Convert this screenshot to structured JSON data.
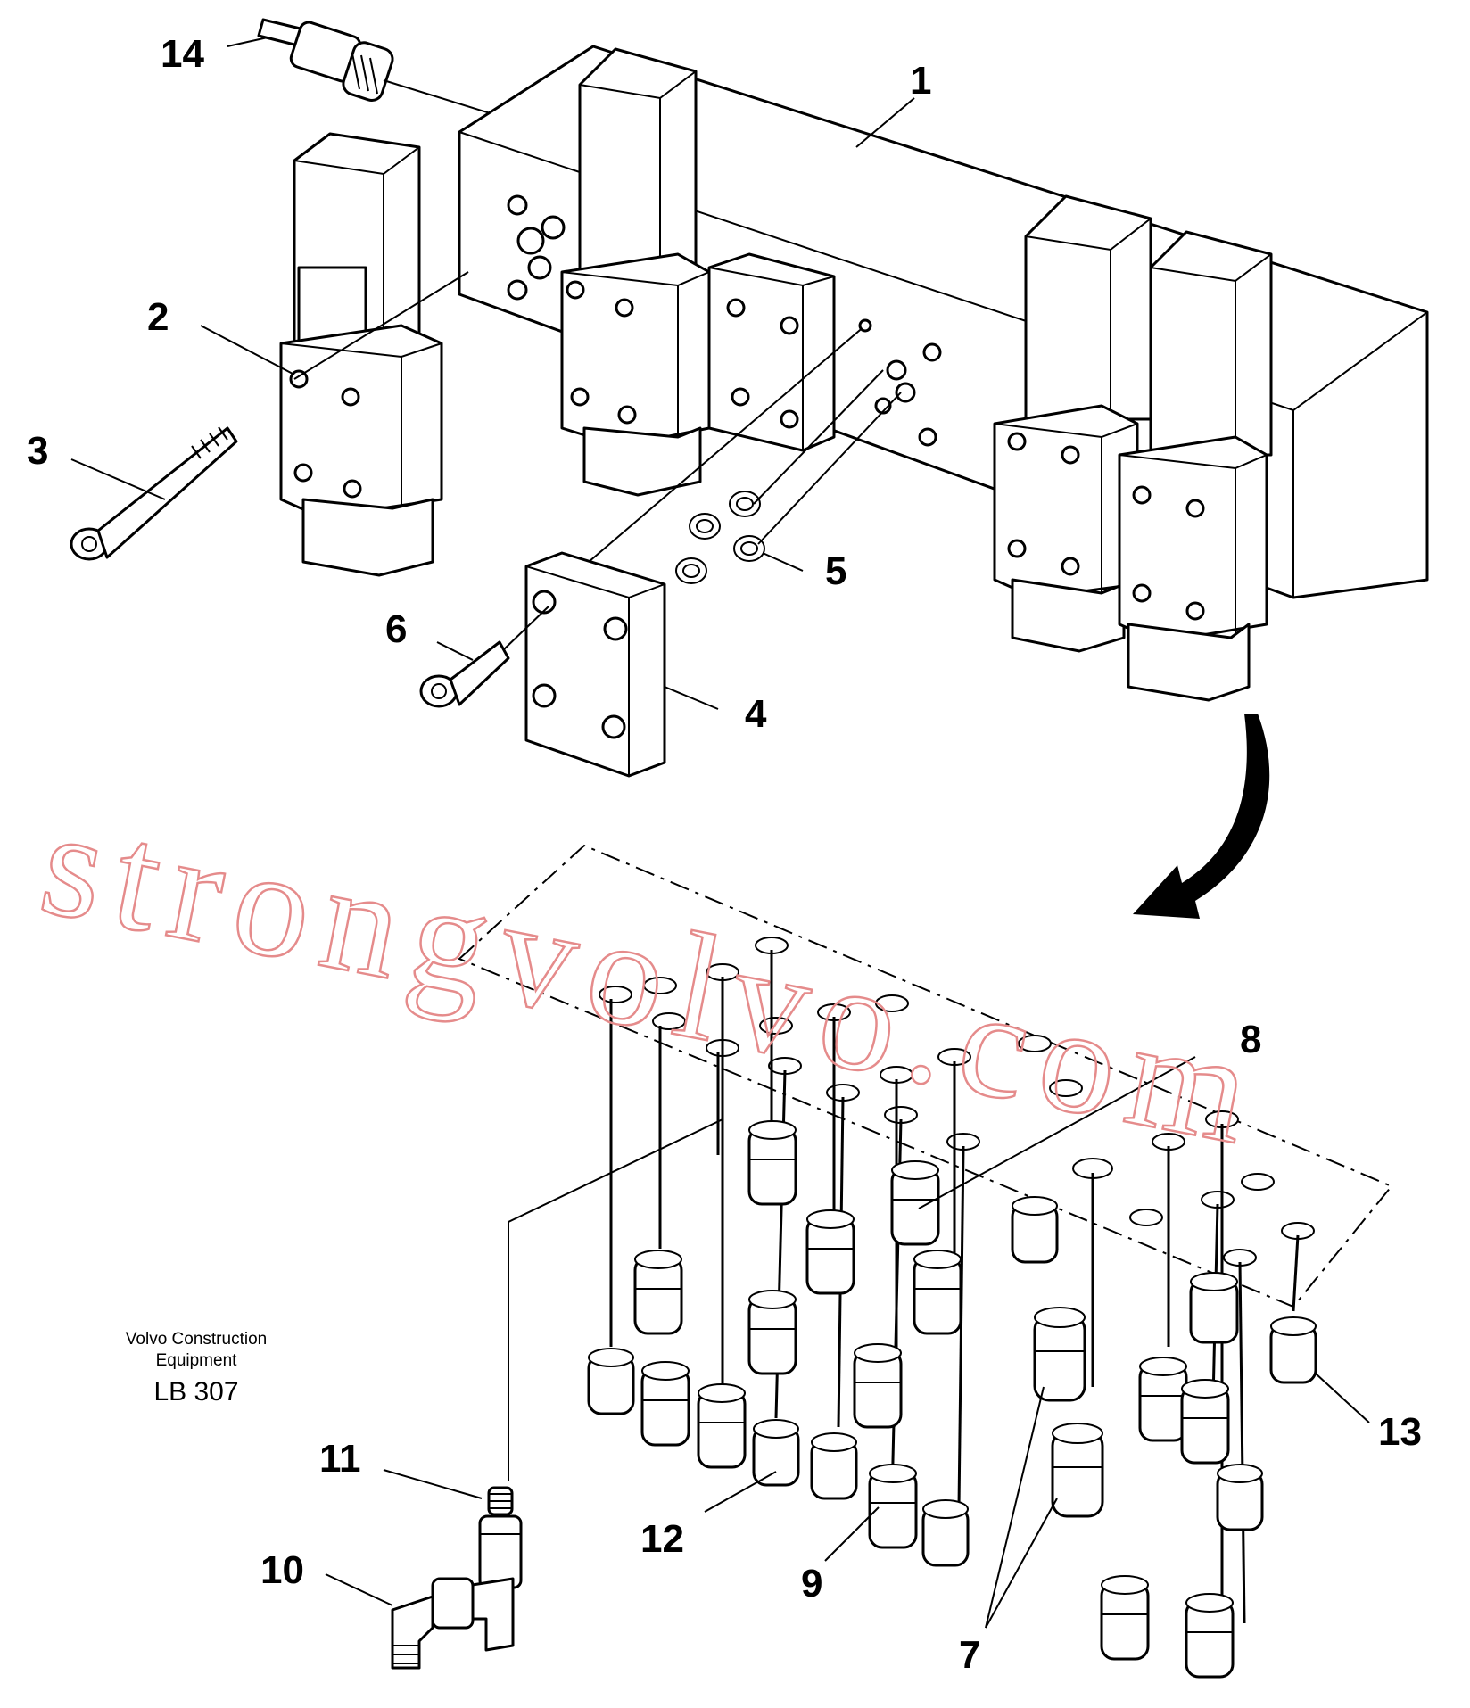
{
  "watermark": "strongvolvo.com",
  "stamp": {
    "line1": "Volvo Construction",
    "line2": "Equipment",
    "code": "LB 307"
  },
  "callouts": {
    "c1": "1",
    "c2": "2",
    "c3": "3",
    "c4": "4",
    "c5": "5",
    "c6": "6",
    "c7": "7",
    "c8": "8",
    "c9": "9",
    "c10": "10",
    "c11": "11",
    "c12": "12",
    "c13": "13",
    "c14": "14"
  }
}
